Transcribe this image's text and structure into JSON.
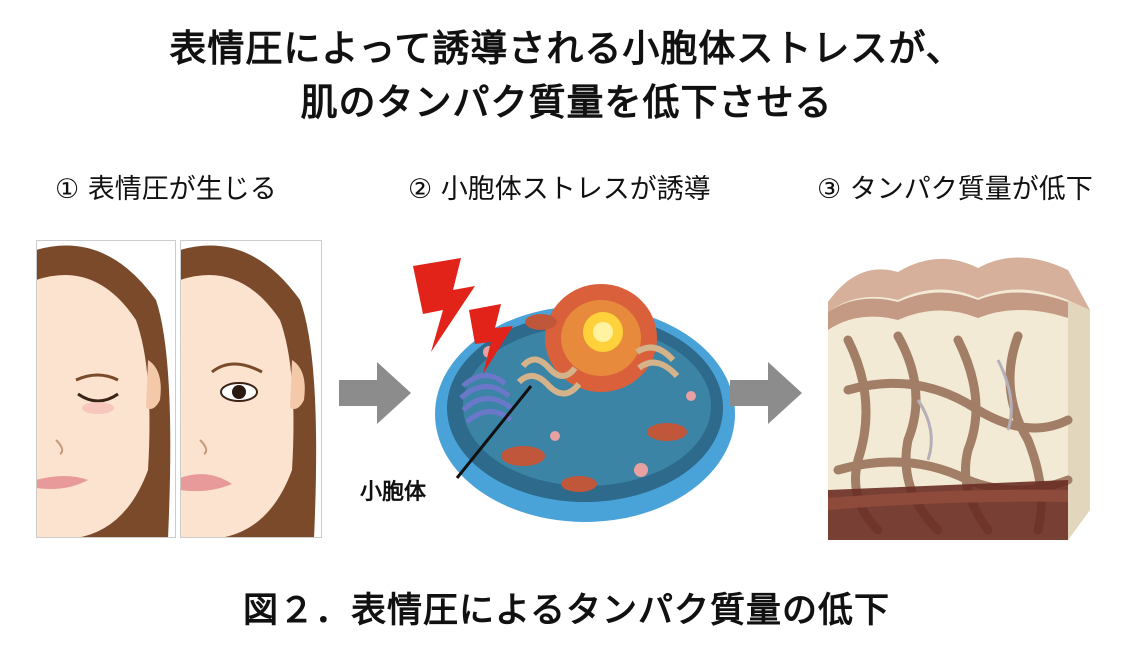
{
  "title": {
    "line1": "表情圧によって誘導される小胞体ストレスが、",
    "line2": "肌のタンパク質量を低下させる"
  },
  "steps": [
    {
      "label": "① 表情圧が生じる"
    },
    {
      "label": "② 小胞体ストレスが誘導"
    },
    {
      "label": "③ タンパク質量が低下"
    }
  ],
  "cell_label": "小胞体",
  "caption": "図２．表情圧によるタンパク質量の低下",
  "colors": {
    "arrow": "#8c8c8c",
    "lightning": "#e2231a",
    "cell_membrane": "#4aa3d8",
    "skin_tone": "#fbe3cf",
    "hair": "#7a4a2a"
  }
}
